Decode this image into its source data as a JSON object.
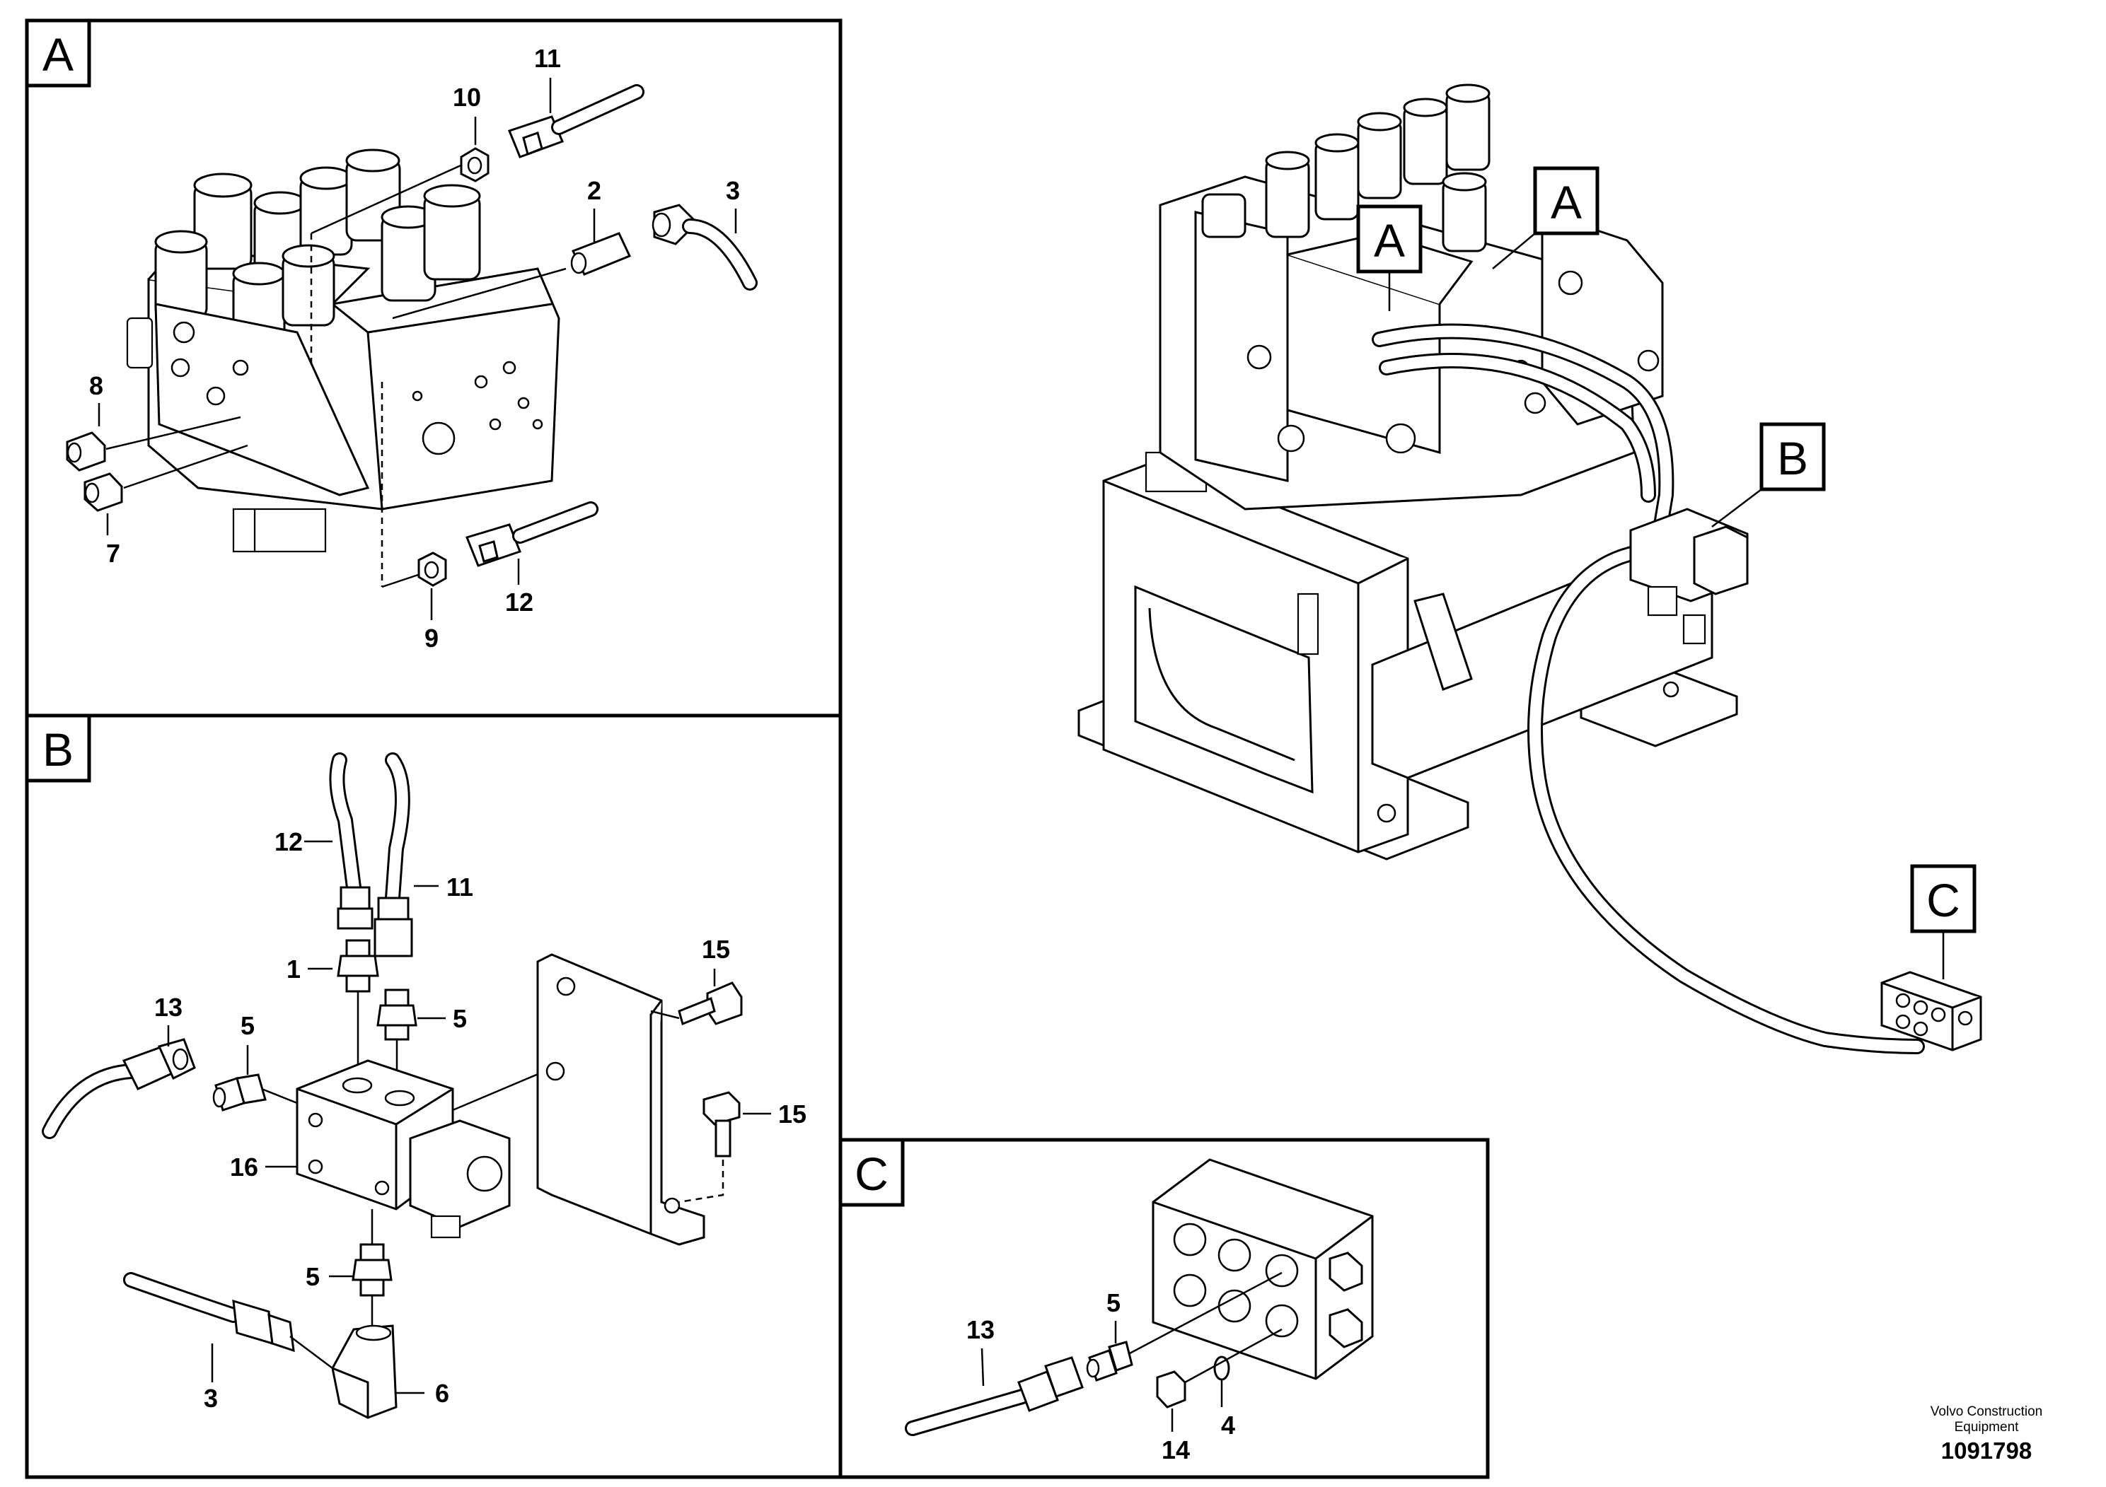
{
  "detail_tags": {
    "a": "A",
    "b": "B",
    "c": "C"
  },
  "callouts": {
    "a": {
      "c10": "10",
      "c11": "11",
      "c2": "2",
      "c3": "3",
      "c8": "8",
      "c7": "7",
      "c9": "9",
      "c12": "12"
    },
    "b": {
      "c12": "12",
      "c11": "11",
      "c1": "1",
      "c5a": "5",
      "c13": "13",
      "c5b": "5",
      "c15a": "15",
      "c15b": "15",
      "c16": "16",
      "c5c": "5",
      "c3": "3",
      "c6": "6"
    },
    "c": {
      "c5": "5",
      "c13": "13",
      "c14": "14",
      "c4": "4"
    }
  },
  "footer": {
    "brand_line1": "Volvo Construction",
    "brand_line2": "Equipment",
    "doc_number": "1091798"
  }
}
